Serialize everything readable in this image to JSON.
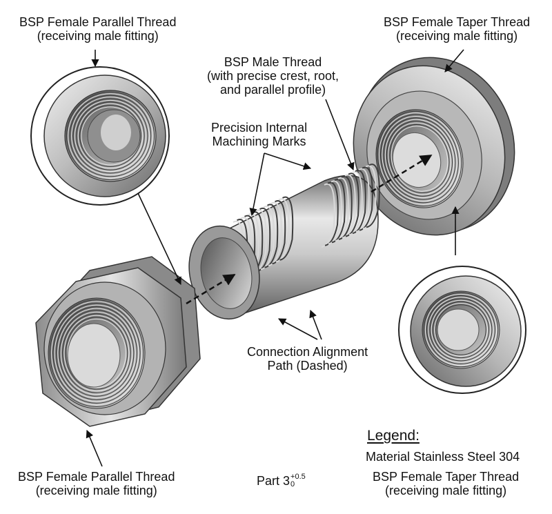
{
  "labels": {
    "top_left": {
      "line1": "BSP Female Parallel Thread",
      "line2": "(receiving male fitting)"
    },
    "top_right": {
      "line1": "BSP Female Taper Thread",
      "line2": "(receiving male fitting)"
    },
    "male_thread": {
      "line1": "BSP Male Thread",
      "line2": "(with precise crest, root,",
      "line3": "and parallel profile)"
    },
    "machining": {
      "line1": "Precision Internal",
      "line2": "Machining Marks"
    },
    "alignment": {
      "line1": "Connection Alignment",
      "line2": "Path (Dashed)"
    },
    "bottom_left": {
      "line1": "BSP Female Parallel Thread",
      "line2": "(receiving male fitting)"
    },
    "bottom_right": {
      "line1": "BSP Female Taper Thread",
      "line2": "(receiving male fitting)"
    }
  },
  "legend": {
    "heading": "Legend:",
    "material": "Material Stainless Steel 304"
  },
  "part": {
    "label": "Part 3",
    "tol_upper": "+0.5",
    "tol_lower": "0"
  },
  "colors": {
    "steel_light": "#e6e6e6",
    "steel_mid": "#a9a9a9",
    "steel_dark": "#5e5e5e",
    "outline": "#333333"
  }
}
